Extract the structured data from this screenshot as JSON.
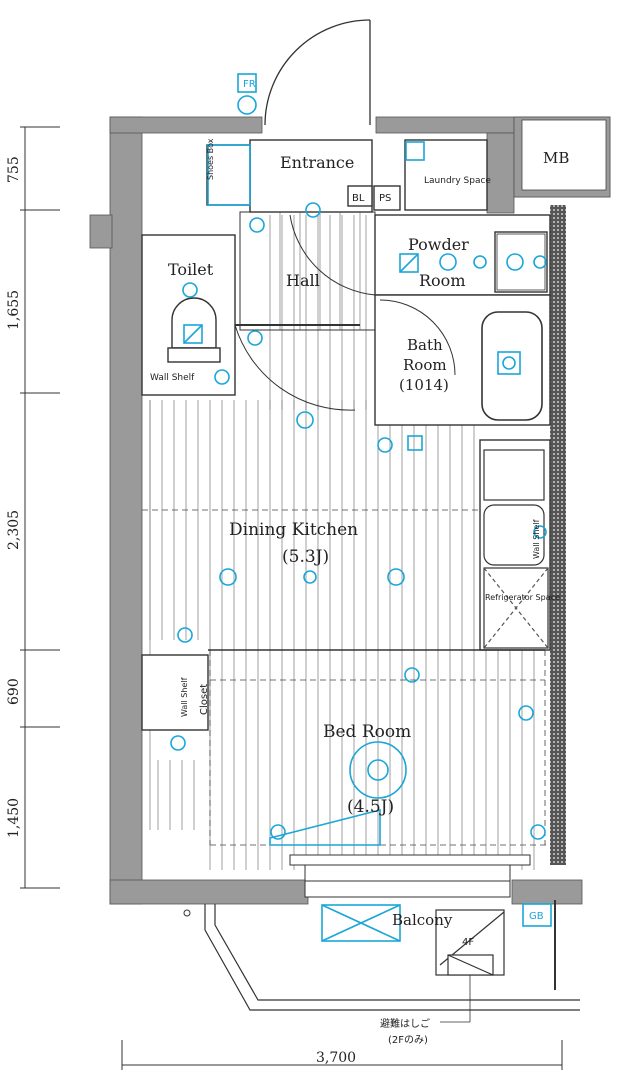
{
  "rooms": {
    "entrance": "Entrance",
    "shoes_box": "Shoes Box",
    "laundry_space": "Laundry Space",
    "mb": "MB",
    "bl": "BL",
    "ps": "PS",
    "powder_room_1": "Powder",
    "powder_room_2": "Room",
    "toilet": "Toilet",
    "hall": "Hall",
    "bath_room_1": "Bath",
    "bath_room_2": "Room",
    "bath_room_3": "(1014)",
    "wall_shelf_toilet": "Wall Shelf",
    "dining_kitchen": "Dining Kitchen",
    "dining_kitchen_size": "(5.3J)",
    "wall_shelf_kitchen": "Wall Shelf",
    "refrigerator_space": "Refrigerator Space",
    "wall_shelf_closet": "Wall Shelf",
    "closet": "Closet",
    "bed_room": "Bed Room",
    "bed_room_size": "(4.5J)",
    "balcony": "Balcony",
    "floor_4f": "4F",
    "gb": "GB",
    "fr": "FR",
    "escape_ladder": "避難はしご",
    "escape_ladder_note": "(2Fのみ)"
  },
  "dimensions": {
    "d1": "755",
    "d2": "1,655",
    "d3": "2,305",
    "d4": "690",
    "d5": "1,450",
    "total_width": "3,700"
  }
}
